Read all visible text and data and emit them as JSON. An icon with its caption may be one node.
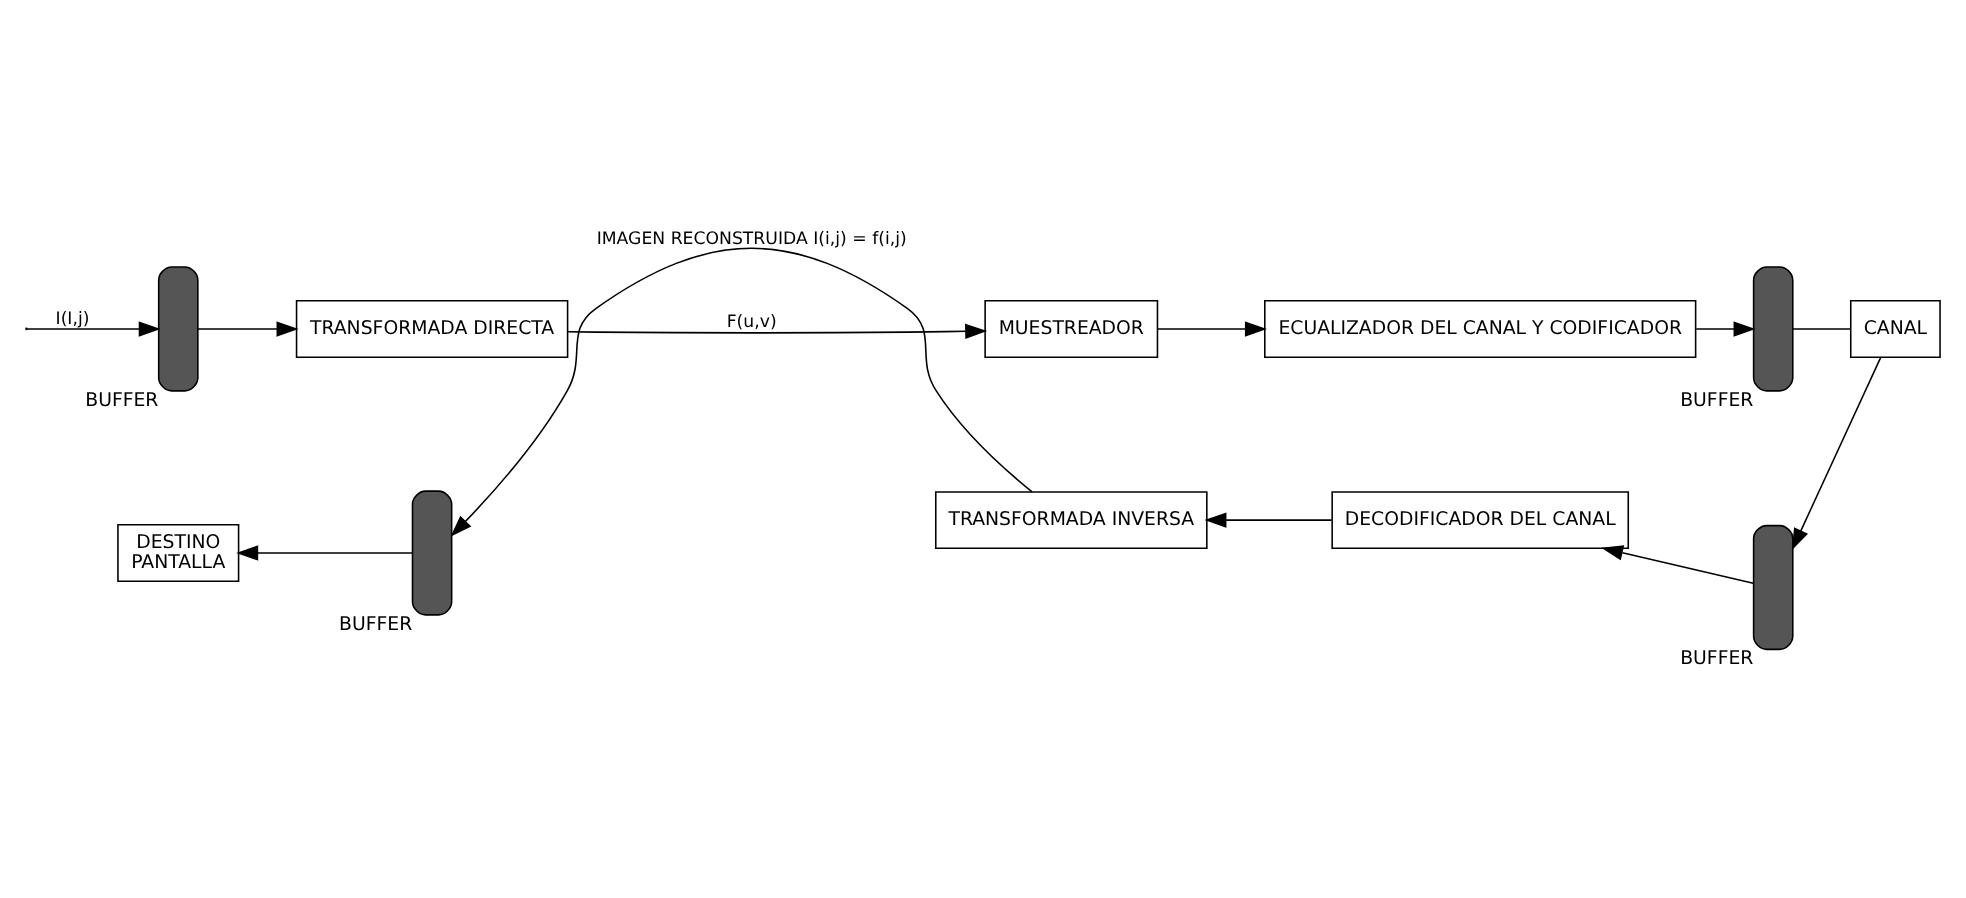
{
  "diagram": {
    "nodes": [
      {
        "text": [],
        "shape": "capsule",
        "beside": [
          "BUFFER"
        ]
      },
      {
        "text": [
          "TRANSFORMADA DIRECTA"
        ]
      },
      {
        "text": [
          "MUESTREADOR"
        ]
      },
      {
        "text": [
          "ECUALIZADOR DEL CANAL Y CODIFICADOR"
        ]
      },
      {
        "text": [],
        "shape": "capsule",
        "beside": [
          "BUFFER"
        ]
      },
      {
        "text": [
          "CANAL"
        ]
      },
      {
        "text": [],
        "shape": "capsule",
        "beside": [
          "BUFFER"
        ]
      },
      {
        "text": [
          "DECODIFICADOR DEL CANAL"
        ]
      },
      {
        "text": [
          "TRANSFORMADA INVERSA"
        ]
      },
      {
        "text": [],
        "shape": "capsule",
        "beside": [
          "BUFFER"
        ]
      },
      {
        "text": [
          "DESTINO",
          "PANTALLA"
        ]
      }
    ],
    "edges": [
      {
        "from": null,
        "to": 0,
        "arrow": "to",
        "label": "I(I,j)"
      },
      {
        "from": 0,
        "to": 1,
        "arrow": "to"
      },
      {
        "from": 1,
        "to": 2,
        "arrow": "to",
        "label": "F(u,v)"
      },
      {
        "from": 2,
        "to": 3,
        "arrow": "to"
      },
      {
        "from": 3,
        "to": 4,
        "arrow": "to"
      },
      {
        "from": 4,
        "to": 5,
        "arrow": "none"
      },
      {
        "from": 5,
        "to": 6,
        "arrow": "to"
      },
      {
        "from": 6,
        "to": 7,
        "arrow": "to"
      },
      {
        "from": 7,
        "to": 8,
        "arrow": "to"
      },
      {
        "from": 8,
        "to": 9,
        "arrow": "to",
        "label": "IMAGEN RECONSTRUIDA I(i,j) = f(i,j)"
      },
      {
        "from": 9,
        "to": 10,
        "arrow": "to"
      }
    ]
  }
}
